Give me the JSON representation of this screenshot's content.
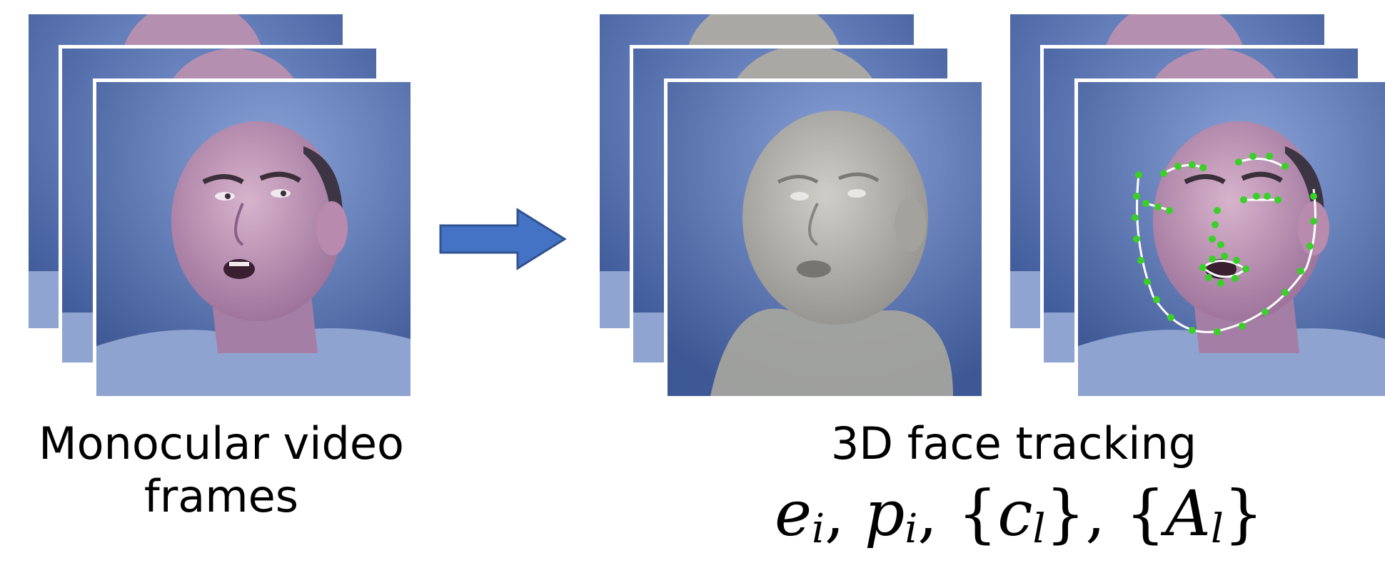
{
  "left_caption": {
    "line1": "Monocular video",
    "line2": "frames"
  },
  "right_caption": "3D face tracking",
  "params": {
    "e": "e",
    "e_sub": "i",
    "p": "p",
    "p_sub": "i",
    "c": "c",
    "c_sub": "l",
    "A": "A",
    "A_sub": "l",
    "comma": ",",
    "lbrace": "{",
    "rbrace": "}"
  },
  "colors": {
    "background_photo": "#5a78b8",
    "arrow_fill": "#4472c4",
    "arrow_stroke": "#2f528f",
    "landmark": "#39d027",
    "contour": "#ffffff"
  },
  "icons": {
    "arrow": "right-arrow-icon"
  }
}
